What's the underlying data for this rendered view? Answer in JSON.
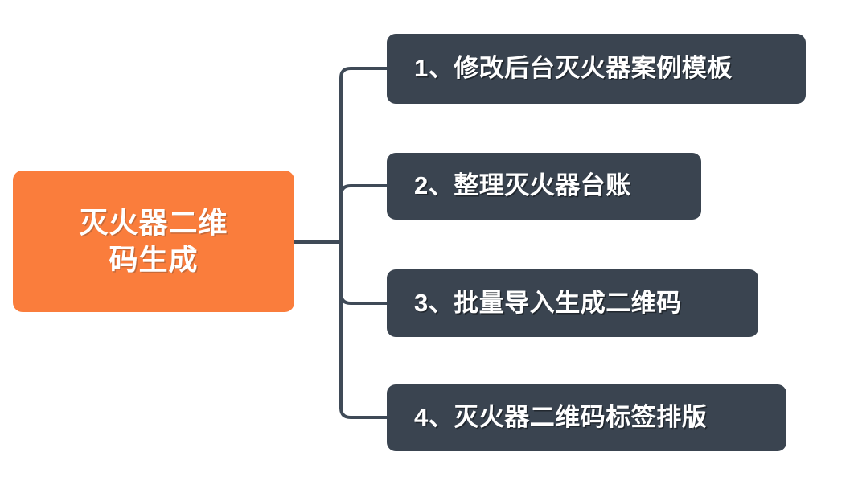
{
  "diagram": {
    "type": "mindmap",
    "title": "灭火器二维码生成",
    "background_color": "#ffffff",
    "root": {
      "label": "灭火器二维\n码生成",
      "label_plain": "灭火器二维码生成",
      "fill_color": "#fa7d3c",
      "text_color": "#ffffff"
    },
    "connector": {
      "color": "#3f4a57",
      "width": 4
    },
    "branches": [
      {
        "index": "1",
        "label": "1、修改后台灭火器案例模板",
        "fill_color": "#3a4450",
        "text_color": "#ffffff"
      },
      {
        "index": "2",
        "label": "2、整理灭火器台账",
        "fill_color": "#3a4450",
        "text_color": "#ffffff"
      },
      {
        "index": "3",
        "label": "3、批量导入生成二维码",
        "fill_color": "#3a4450",
        "text_color": "#ffffff"
      },
      {
        "index": "4",
        "label": "4、灭火器二维码标签排版",
        "fill_color": "#3a4450",
        "text_color": "#ffffff"
      }
    ]
  }
}
